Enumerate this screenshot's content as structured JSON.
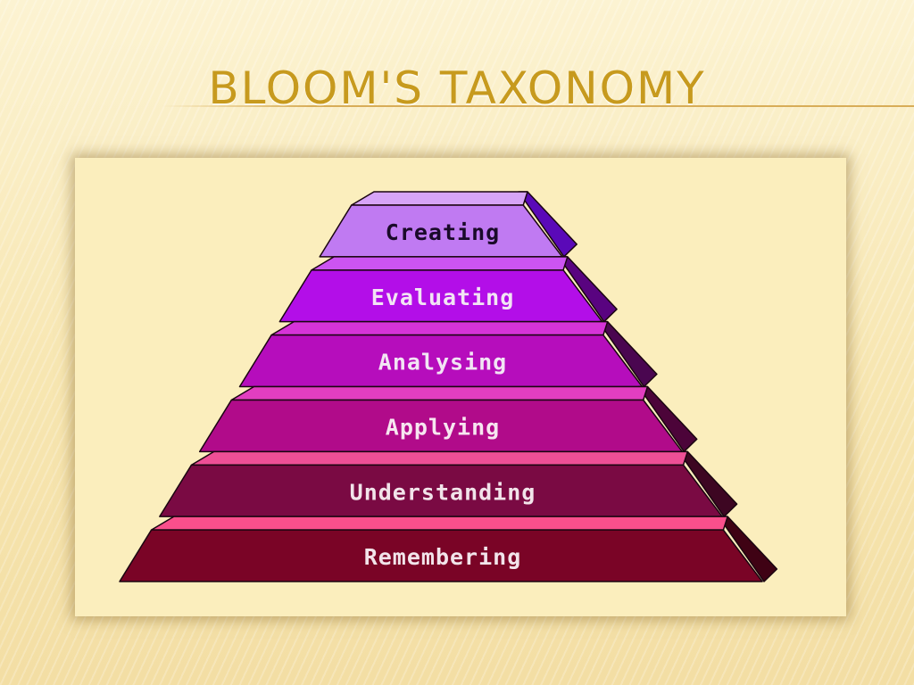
{
  "slide": {
    "title": "Bloom's Taxonomy"
  },
  "pyramid": {
    "levels": [
      {
        "label": "Creating",
        "face": "#c07af2",
        "ledge": "#d7a4f7",
        "side": "#5a09b8",
        "text": "#1a0a2a"
      },
      {
        "label": "Evaluating",
        "face": "#b30ee8",
        "ledge": "#cc54f2",
        "side": "#590380",
        "text": "#f2e4f4"
      },
      {
        "label": "Analysing",
        "face": "#b60dbc",
        "ledge": "#d633d8",
        "side": "#4a0650",
        "text": "#f2e4f4"
      },
      {
        "label": "Applying",
        "face": "#b10b8a",
        "ledge": "#e23ec0",
        "side": "#4c0439",
        "text": "#f7e6f0"
      },
      {
        "label": "Understanding",
        "face": "#7a0a43",
        "ledge": "#ee4f96",
        "side": "#3d0622",
        "text": "#f2e4ea"
      },
      {
        "label": "Remembering",
        "face": "#7a0426",
        "ledge": "#fa4f8c",
        "side": "#3f0214",
        "text": "#f2e4ea"
      }
    ]
  }
}
